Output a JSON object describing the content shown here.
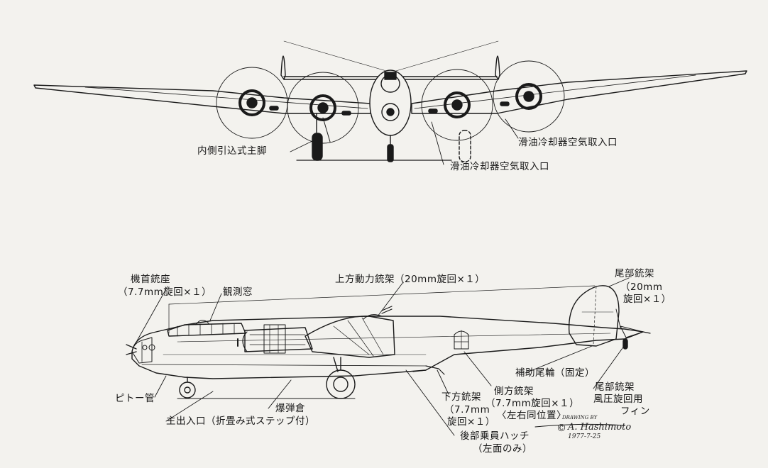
{
  "front_view": {
    "labels": {
      "main_gear": "内側引込式主脚",
      "oil_intake_outer": "滑油冷却器空気取入口",
      "oil_intake_inner": "滑油冷却器空気取入口"
    }
  },
  "side_view": {
    "labels": {
      "nose_turret_1": "機首銃座",
      "nose_turret_2": "（7.7mm旋回×１）",
      "observation_window": "観測窓",
      "upper_turret": "上方動力銃架（20mm旋回×１）",
      "tail_turret_title": "尾部銃架",
      "tail_turret_2": "（20mm",
      "tail_turret_3": "旋回×１）",
      "tail_wheel": "補助尾輪（固定）",
      "side_gun_1": "側方銃架",
      "side_gun_2": "（7.7mm旋回×１）",
      "side_gun_3": "〈左右同位置〉",
      "tail_fin_1": "尾部銃架",
      "tail_fin_2": "風圧旋回用",
      "tail_fin_3": "フィン",
      "ventral_gun_1": "下方銃架",
      "ventral_gun_2": "（7.7mm",
      "ventral_gun_3": "旋回×１）",
      "pitot": "ピトー管",
      "bomb_bay": "爆弾倉",
      "main_door": "主出入口（折畳み式ステップ付）",
      "rear_hatch_1": "後部乗員ハッチ",
      "rear_hatch_2": "（左面のみ）"
    }
  },
  "credit": {
    "drawing_by": "DRAWING BY",
    "copyright": "©",
    "author": "A. Hashimoto",
    "date": "1977-7-25"
  }
}
